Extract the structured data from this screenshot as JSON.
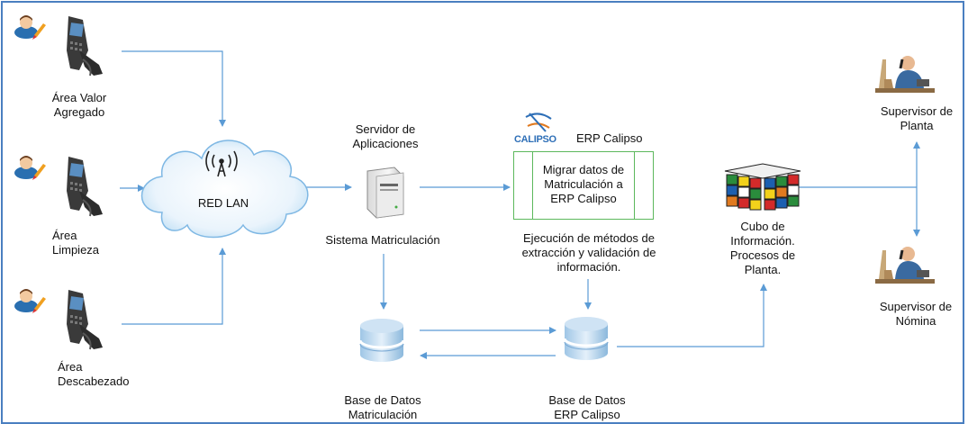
{
  "colors": {
    "border": "#4a7fc0",
    "arrow": "#5b9bd5",
    "erp_box": "#5cb85c"
  },
  "areas": [
    {
      "lines": [
        "Área Valor",
        "Agregado"
      ]
    },
    {
      "lines": [
        "Área",
        "Limpieza"
      ]
    },
    {
      "lines": [
        "Área",
        "Descabezado"
      ]
    }
  ],
  "network": {
    "label": "RED LAN",
    "icon": "antenna-icon"
  },
  "server": {
    "title_lines": [
      "Servidor de",
      "Aplicaciones"
    ],
    "system_label": "Sistema Matriculación"
  },
  "erp": {
    "logo_text": "CALIPSO",
    "title": "ERP Calipso",
    "box_lines": [
      "Migrar datos de",
      "Matriculación a",
      "ERP Calipso"
    ],
    "note_lines": [
      "Ejecución de métodos de",
      "extracción y validación de",
      "información."
    ]
  },
  "databases": [
    {
      "lines": [
        "Base de Datos",
        "Matriculación"
      ]
    },
    {
      "lines": [
        "Base de Datos",
        "ERP Calipso"
      ]
    }
  ],
  "cube": {
    "lines": [
      "Cubo de",
      "Información.",
      "Procesos de",
      "Planta."
    ]
  },
  "supervisors": [
    {
      "lines": [
        "Supervisor de",
        "Planta"
      ]
    },
    {
      "lines": [
        "Supervisor de",
        "Nómina"
      ]
    }
  ]
}
